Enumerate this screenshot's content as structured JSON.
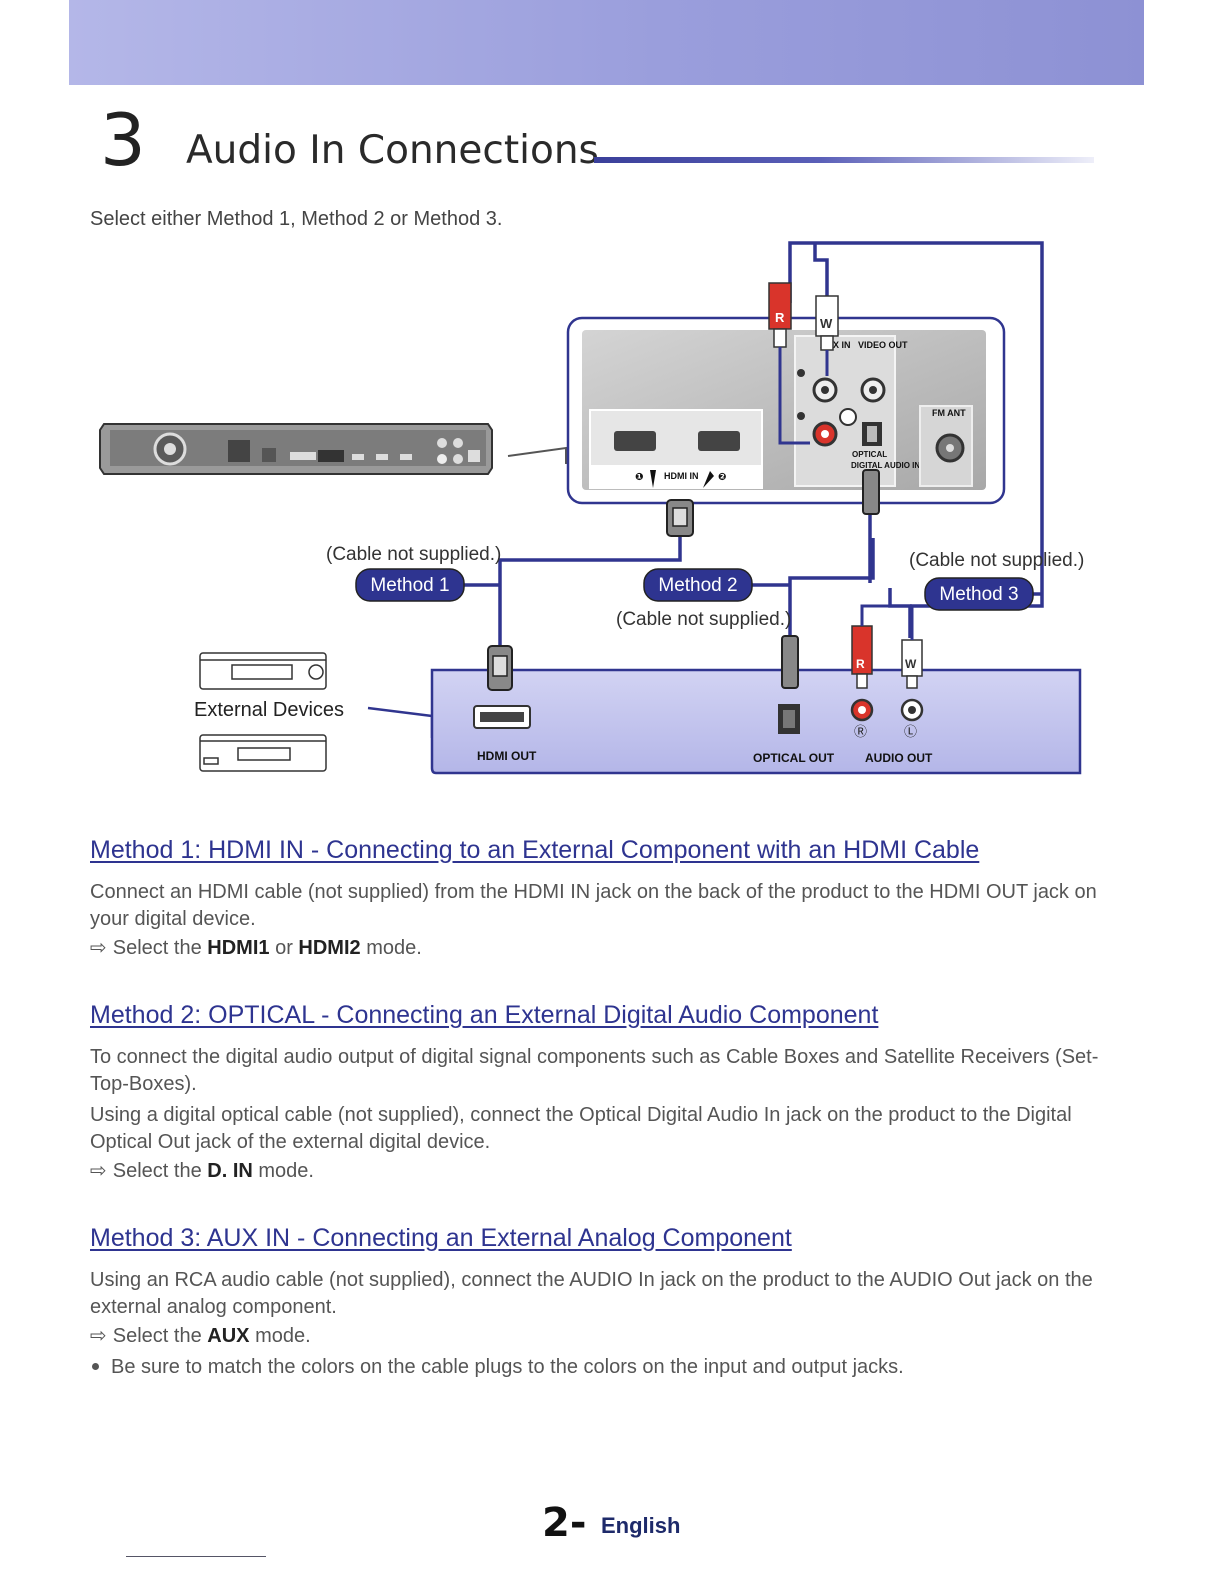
{
  "chapter": {
    "number": "3",
    "title": "Audio In Connections",
    "intro": "Select either Method 1, Method 2  or Method 3."
  },
  "diagram": {
    "cable_note_1": "(Cable not supplied.)",
    "cable_note_2": "(Cable not supplied.)",
    "cable_note_3": "(Cable not supplied.)",
    "method_1": "Method 1",
    "method_2": "Method 2",
    "method_3": "Method 3",
    "external_devices": "External Devices",
    "jack_labels": {
      "aux_in": "AUX IN",
      "video_out": "VIDEO OUT",
      "fm_ant": "FM ANT",
      "hdmi_in": "HDMI IN",
      "optical": "OPTICAL",
      "digital_audio_in": "DIGITAL AUDIO IN",
      "hdmi_out": "HDMI OUT",
      "optical_out": "OPTICAL OUT",
      "audio_out": "AUDIO OUT",
      "plug_r": "R",
      "plug_w": "W",
      "hdmi_port_1": "❶",
      "hdmi_port_2": "❷",
      "jack_r": "Ⓡ",
      "jack_l": "Ⓛ"
    },
    "colors": {
      "accent": "#2e3490",
      "panel_fill": "#c4c5ee",
      "plug_red": "#d9342b",
      "cable": "#30358f"
    }
  },
  "method1": {
    "heading": "Method 1: HDMI IN - Connecting to an External Component with an HDMI Cable",
    "text": "Connect an HDMI cable (not supplied) from the HDMI IN jack on the back of the product to the HDMI OUT jack on your digital device.",
    "step_prefix": "Select the ",
    "step_b1": "HDMI1",
    "step_mid": " or ",
    "step_b2": "HDMI2",
    "step_suffix": " mode."
  },
  "method2": {
    "heading": "Method 2: OPTICAL - Connecting an External Digital Audio Component",
    "text1": "To connect the digital audio output of digital signal components such as Cable Boxes and Satellite Receivers (Set-Top-Boxes).",
    "text2": "Using a digital optical cable (not supplied), connect the Optical Digital Audio In jack on the product to the Digital Optical Out jack of the external digital device.",
    "step_prefix": "Select the ",
    "step_b": "D. IN",
    "step_suffix": " mode."
  },
  "method3": {
    "heading": "Method 3: AUX IN - Connecting an External Analog Component",
    "text": "Using an RCA audio cable (not supplied), connect the AUDIO In jack on the product to the AUDIO Out jack on the external analog component.",
    "step_prefix": "Select the ",
    "step_b": "AUX",
    "step_suffix": " mode.",
    "bullet": "Be sure to match the colors on the cable plugs to the colors on the input and output jacks."
  },
  "footer": {
    "page": "2-",
    "language": "English"
  }
}
